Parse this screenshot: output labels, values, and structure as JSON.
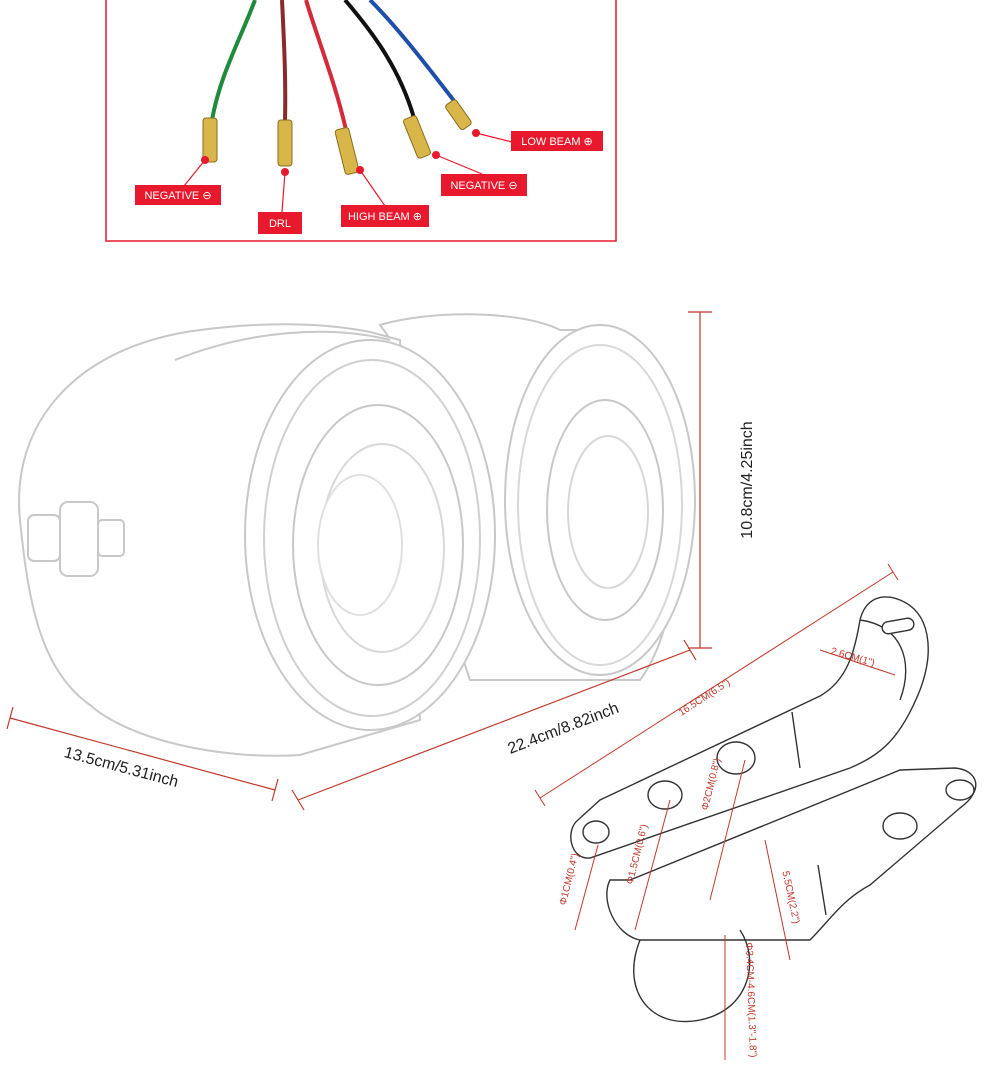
{
  "wiring": {
    "labels": {
      "negative_left": "NEGATIVE ⊖",
      "drl": "DRL",
      "high_beam": "HIGH BEAM ⊕",
      "negative_right": "NEGATIVE ⊖",
      "low_beam": "LOW BEAM ⊕"
    },
    "wire_colors": {
      "green": "#1f8a3c",
      "brown": "#8a2a2a",
      "red": "#d42a3a",
      "black": "#111111",
      "blue": "#1f4fa8"
    },
    "accent_red": "#e8192c"
  },
  "headlight": {
    "height": "10.8cm/4.25inch",
    "length": "22.4cm/8.82inch",
    "depth": "13.5cm/5.31inch"
  },
  "brackets": {
    "length": "16.5CM(6.5\")",
    "slot": "2.6CM(1\")",
    "hole_d2": "Φ2CM(0.8\")",
    "hole_d15": "Φ1.5CM(0.6\")",
    "hole_d1": "Φ1CM(0.4\")",
    "height": "5.5CM(2.2\")",
    "clamp_range": "Φ3.4CM-4.6CM(1.3\"-1.8\")"
  }
}
